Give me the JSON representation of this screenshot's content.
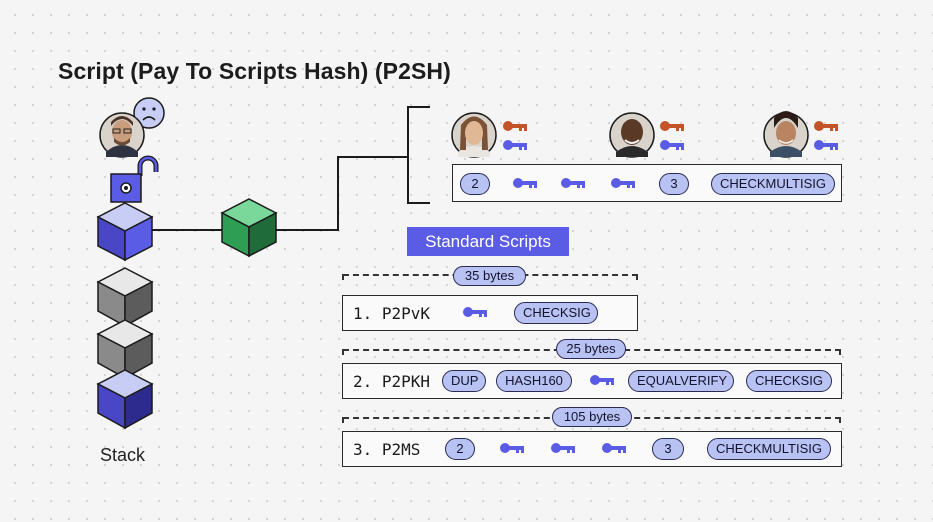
{
  "title": "Script (Pay To Scripts Hash) (P2SH)",
  "stack_label": "Stack",
  "standard_scripts_header": "Standard Scripts",
  "multisig_top": {
    "tokens": [
      "2",
      "3",
      "CHECKMULTISIG"
    ],
    "key_count": 3
  },
  "scripts": [
    {
      "label": "1. P2PvK",
      "bytes": "35 bytes",
      "tokens": [
        "CHECKSIG"
      ]
    },
    {
      "label": "2. P2PKH",
      "bytes": "25 bytes",
      "tokens": [
        "DUP",
        "HASH160",
        "EQUALVERIFY",
        "CHECKSIG"
      ]
    },
    {
      "label": "3. P2MS",
      "bytes": "105 bytes",
      "tokens": [
        "2",
        "3",
        "CHECKMULTISIG"
      ]
    }
  ],
  "colors": {
    "accent": "#5b5ce6",
    "pill": "#b8c2f3",
    "key_blue": "#5b5ce6",
    "key_red": "#c4532a",
    "cube_green": "#3fbf6a",
    "cube_gray": "#8a8a8a"
  },
  "icons": [
    "sad-face-icon",
    "open-padlock-icon",
    "key-icon",
    "cube-icon",
    "person-avatar-icon"
  ]
}
